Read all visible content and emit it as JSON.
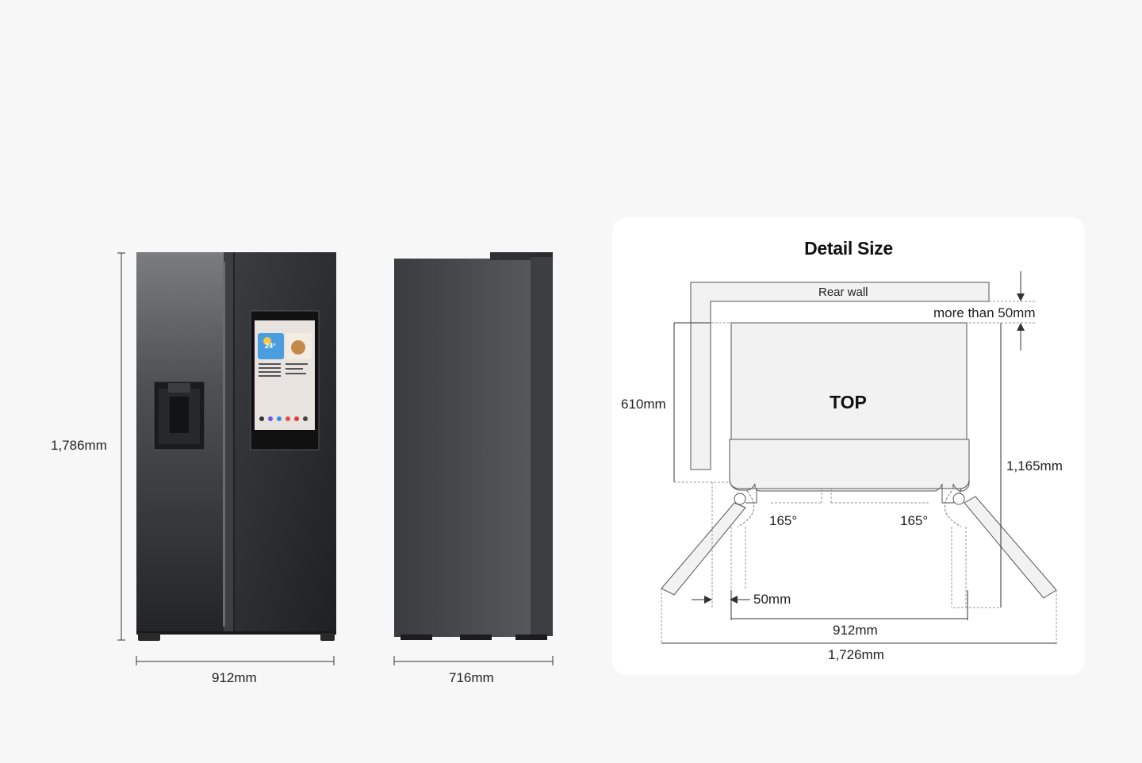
{
  "product_views": {
    "height_label": "1,786mm",
    "front_width_label": "912mm",
    "side_depth_label": "716mm",
    "screen": {
      "weather_temp": "24°"
    }
  },
  "detail": {
    "title": "Detail Size",
    "rear_wall_label": "Rear wall",
    "clearance_label": "more than 50mm",
    "top_label": "TOP",
    "depth_label": "610mm",
    "open_depth_label": "1,165mm",
    "left_angle": "165°",
    "right_angle": "165°",
    "side_gap_label": "50mm",
    "body_width_label": "912mm",
    "open_width_label": "1,726mm"
  },
  "colors": {
    "background": "#f7f7f7",
    "card": "#ffffff",
    "fridge_dark": "#2b2d31"
  }
}
